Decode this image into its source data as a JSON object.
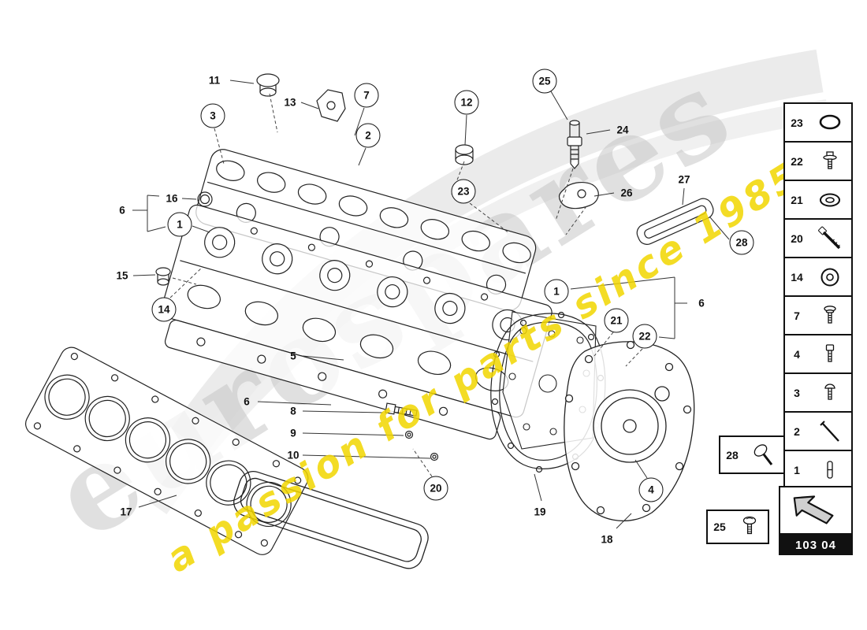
{
  "watermark": {
    "brand": "eurospares",
    "tagline": "a passion for parts since 1985"
  },
  "diagram_code": "103 04",
  "callouts": [
    {
      "n": "11"
    },
    {
      "n": "13"
    },
    {
      "n": "3"
    },
    {
      "n": "7"
    },
    {
      "n": "2"
    },
    {
      "n": "12"
    },
    {
      "n": "25"
    },
    {
      "n": "24"
    },
    {
      "n": "16"
    },
    {
      "n": "6"
    },
    {
      "n": "23"
    },
    {
      "n": "26"
    },
    {
      "n": "27"
    },
    {
      "n": "1"
    },
    {
      "n": "15"
    },
    {
      "n": "14"
    },
    {
      "n": "1"
    },
    {
      "n": "21"
    },
    {
      "n": "22"
    },
    {
      "n": "6"
    },
    {
      "n": "28"
    },
    {
      "n": "5"
    },
    {
      "n": "6"
    },
    {
      "n": "8"
    },
    {
      "n": "9"
    },
    {
      "n": "10"
    },
    {
      "n": "17"
    },
    {
      "n": "20"
    },
    {
      "n": "19"
    },
    {
      "n": "18"
    },
    {
      "n": "4"
    }
  ],
  "legend": {
    "items": [
      {
        "num": "23",
        "icon": "o-ring-seal"
      },
      {
        "num": "22",
        "icon": "flanged-bolt"
      },
      {
        "num": "21",
        "icon": "washer"
      },
      {
        "num": "20",
        "icon": "long-hex-bolt"
      },
      {
        "num": "14",
        "icon": "washer"
      },
      {
        "num": "7",
        "icon": "pan-head-screw"
      },
      {
        "num": "4",
        "icon": "cap-screw"
      },
      {
        "num": "3",
        "icon": "button-head-screw"
      },
      {
        "num": "2",
        "icon": "stud-bolt"
      },
      {
        "num": "1",
        "icon": "dowel-pin"
      }
    ],
    "box28": {
      "num": "28",
      "icon": "oval-head-screw"
    },
    "box25": {
      "num": "25",
      "icon": "round-head-screw"
    }
  }
}
